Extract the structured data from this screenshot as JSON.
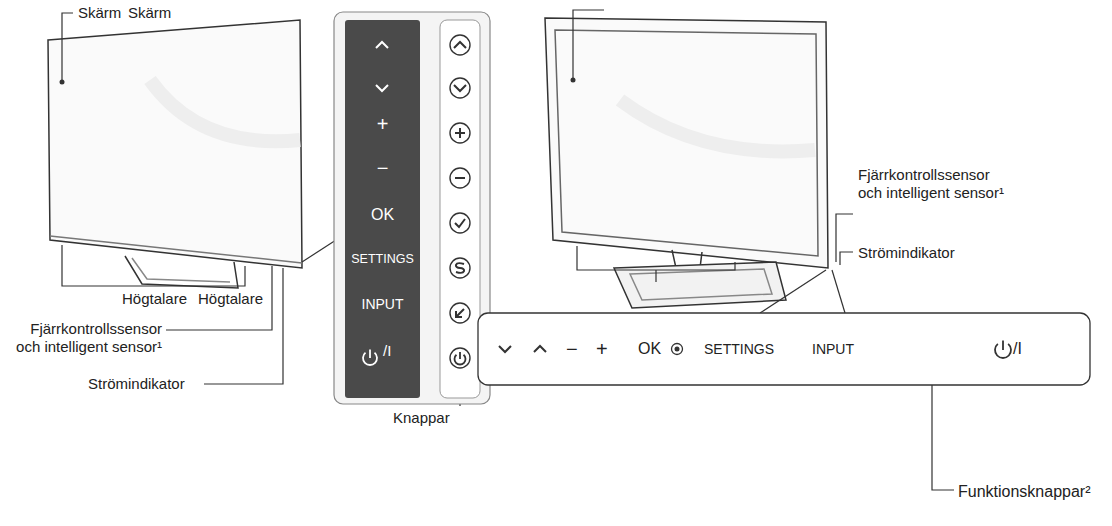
{
  "diagram": {
    "nodes": [
      {
        "text": [
          "+",
          "−",
          "OK",
          "SETTINGS",
          "INPUT",
          "/I"
        ]
      },
      {
        "text": [
          "−",
          "+",
          "OK",
          "SETTINGS",
          "INPUT",
          "/I"
        ]
      }
    ],
    "labels": [
      "Skärm",
      "Skärm",
      "Högtalare",
      "Högtalare",
      "Fjärrkontrollssensor och intelligent sensor¹",
      "Strömindikator",
      "Knappar",
      "Fjärrkontrollssensor och intelligent sensor¹",
      "Strömindikator",
      "Funktionsknappar²"
    ]
  }
}
